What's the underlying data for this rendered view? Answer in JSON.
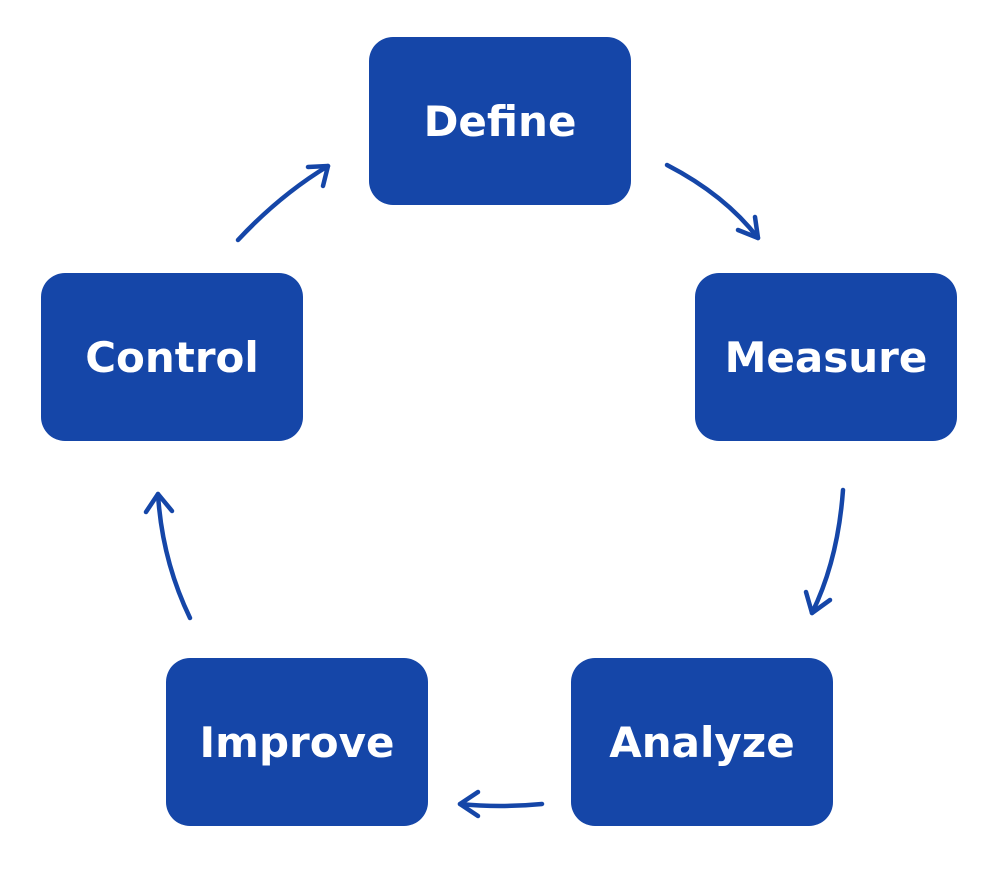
{
  "colors": {
    "box_fill": "#1546a8",
    "box_text": "#ffffff",
    "arrow": "#1546a8"
  },
  "steps": [
    {
      "id": "define",
      "label": "Define"
    },
    {
      "id": "measure",
      "label": "Measure"
    },
    {
      "id": "analyze",
      "label": "Analyze"
    },
    {
      "id": "improve",
      "label": "Improve"
    },
    {
      "id": "control",
      "label": "Control"
    }
  ],
  "flow": [
    {
      "from": "define",
      "to": "measure"
    },
    {
      "from": "measure",
      "to": "analyze"
    },
    {
      "from": "analyze",
      "to": "improve"
    },
    {
      "from": "improve",
      "to": "control"
    },
    {
      "from": "control",
      "to": "define"
    }
  ]
}
